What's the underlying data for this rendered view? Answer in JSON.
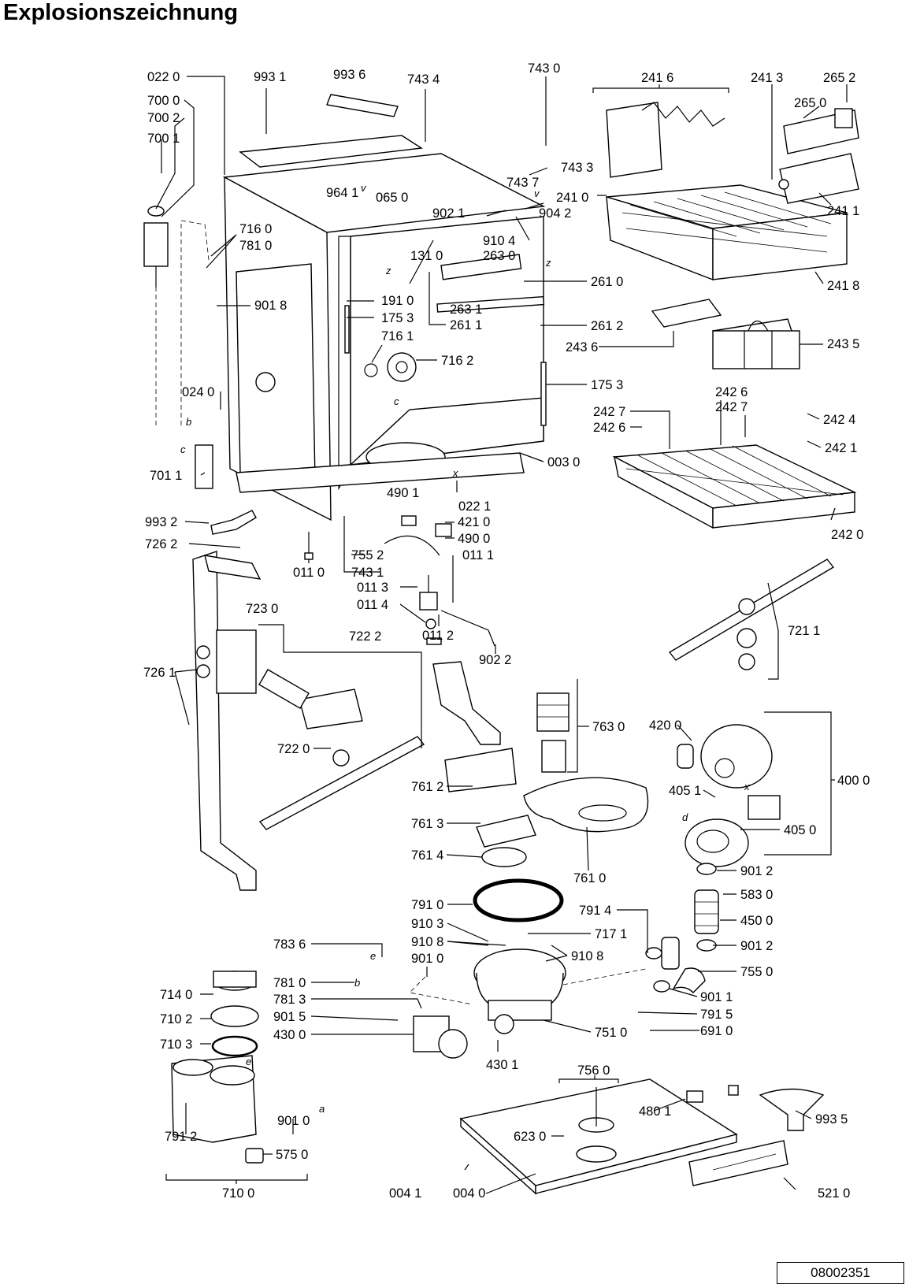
{
  "title": "Explosionszeichnung",
  "document_number": "08002351",
  "part_labels": {
    "p0220": "022 0",
    "p9931": "993 1",
    "p9936": "993 6",
    "p7434": "743 4",
    "p7430": "743 0",
    "p2416": "241 6",
    "p2413": "241 3",
    "p2652": "265 2",
    "p2650": "265 0",
    "p7000": "700 0",
    "p7002": "700 2",
    "p7001": "700 1",
    "p7437": "743 7",
    "p7433": "743 3",
    "p2410": "241 0",
    "p2411": "241 1",
    "p9641": "964 1",
    "p0650": "065 0",
    "p9021": "902 1",
    "p9042": "904 2",
    "p7160": "716 0",
    "p7810a": "781 0",
    "p9104": "910 4",
    "p1310": "131 0",
    "p2630": "263 0",
    "p2610": "261 0",
    "p2418": "241 8",
    "p9018": "901 8",
    "p1910": "191 0",
    "p2631": "263 1",
    "p1753a": "175 3",
    "p2611": "261 1",
    "p2612": "261 2",
    "p7161": "716 1",
    "p2436": "243 6",
    "p2435": "243 5",
    "p7162": "716 2",
    "p1753b": "175 3",
    "p0240": "024 0",
    "p2426a": "242 6",
    "p2427a": "242 7",
    "p2427b": "242 7",
    "p2426b": "242 6",
    "p2424": "242 4",
    "p2421": "242 1",
    "p0030": "003 0",
    "p7011": "701 1",
    "p4901": "490 1",
    "p0221": "022 1",
    "p9932": "993 2",
    "p4210": "421 0",
    "p4900": "490 0",
    "p2420": "242 0",
    "p7262": "726 2",
    "p7552": "755 2",
    "p0110": "011 0",
    "p7431": "743 1",
    "p0111": "011 1",
    "p0113": "011 3",
    "p7230": "723 0",
    "p0114": "011 4",
    "p0112": "011 2",
    "p9022": "902 2",
    "p7222": "722 2",
    "p7211": "721 1",
    "p7261": "726 1",
    "p7630": "763 0",
    "p4200": "420 0",
    "p7220": "722 0",
    "p4000": "400 0",
    "p7612": "761 2",
    "p4051": "405 1",
    "p7613": "761 3",
    "p4050": "405 0",
    "p7614": "761 4",
    "p7610": "761 0",
    "p9012a": "901 2",
    "p7910": "791 0",
    "p5830": "583 0",
    "p7914": "791 4",
    "p4500": "450 0",
    "p9103": "910 3",
    "p7171": "717 1",
    "p7836": "783 6",
    "p9108a": "910 8",
    "p9108b": "910 8",
    "p9012b": "901 2",
    "p9010a": "901 0",
    "p7550": "755 0",
    "p7140": "714 0",
    "p7810b": "781 0",
    "p9011": "901 1",
    "p7813": "781 3",
    "p7915": "791 5",
    "p7102": "710 2",
    "p9015": "901 5",
    "p6910": "691 0",
    "p4300": "430 0",
    "p7510": "751 0",
    "p7103": "710 3",
    "p4301": "430 1",
    "p7560": "756 0",
    "p4801": "480 1",
    "p9935": "993 5",
    "p9010b": "901 0",
    "p6230": "623 0",
    "p7912": "791 2",
    "p5750": "575 0",
    "p7100": "710 0",
    "p0041": "004 1",
    "p0040": "004 0",
    "p5210": "521 0"
  },
  "connector_letters": {
    "c1": "b",
    "c2": "c",
    "c3": "z",
    "c4": "z",
    "c5": "c",
    "c6": "x",
    "c7": "x",
    "c8": "d",
    "c9": "e",
    "c10": "b",
    "c11": "e",
    "c12": "a",
    "c13": "v",
    "c14": "v"
  }
}
